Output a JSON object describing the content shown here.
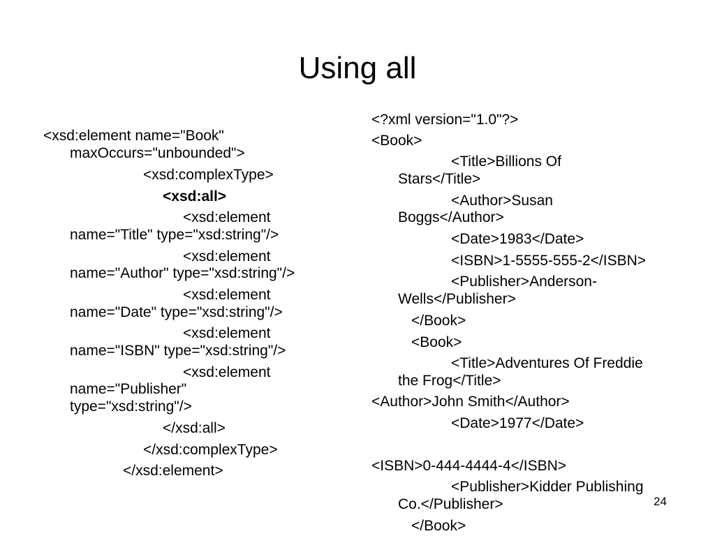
{
  "slide": {
    "title": "Using all",
    "page_number": "24"
  },
  "schema_lines": [
    "<xsd:element name=\"Book\"",
    "maxOccurs=\"unbounded\">",
    "<xsd:complexType>",
    "<xsd:all>",
    "<xsd:element",
    "name=\"Title\" type=\"xsd:string\"/>",
    "<xsd:element",
    "name=\"Author\" type=\"xsd:string\"/>",
    "<xsd:element",
    "name=\"Date\" type=\"xsd:string\"/>",
    "<xsd:element",
    "name=\"ISBN\" type=\"xsd:string\"/>",
    "<xsd:element",
    "name=\"Publisher\"",
    "type=\"xsd:string\"/>",
    "</xsd:all>",
    "</xsd:complexType>",
    "</xsd:element>"
  ],
  "instance_lines": [
    "<?xml version=\"1.0\"?>",
    "<Book>",
    "<Title>Billions Of",
    "Stars</Title>",
    "<Author>Susan",
    "Boggs</Author>",
    "<Date>1983</Date>",
    "<ISBN>1-5555-555-2</ISBN>",
    "<Publisher>Anderson-",
    "Wells</Publisher>",
    "</Book>",
    "<Book>",
    "<Title>Adventures Of Freddie",
    "the Frog</Title>",
    "<Author>John Smith</Author>",
    "<Date>1977</Date>",
    "<ISBN>0-444-4444-4</ISBN>",
    "<Publisher>Kidder Publishing",
    "Co.</Publisher>",
    "</Book>"
  ]
}
